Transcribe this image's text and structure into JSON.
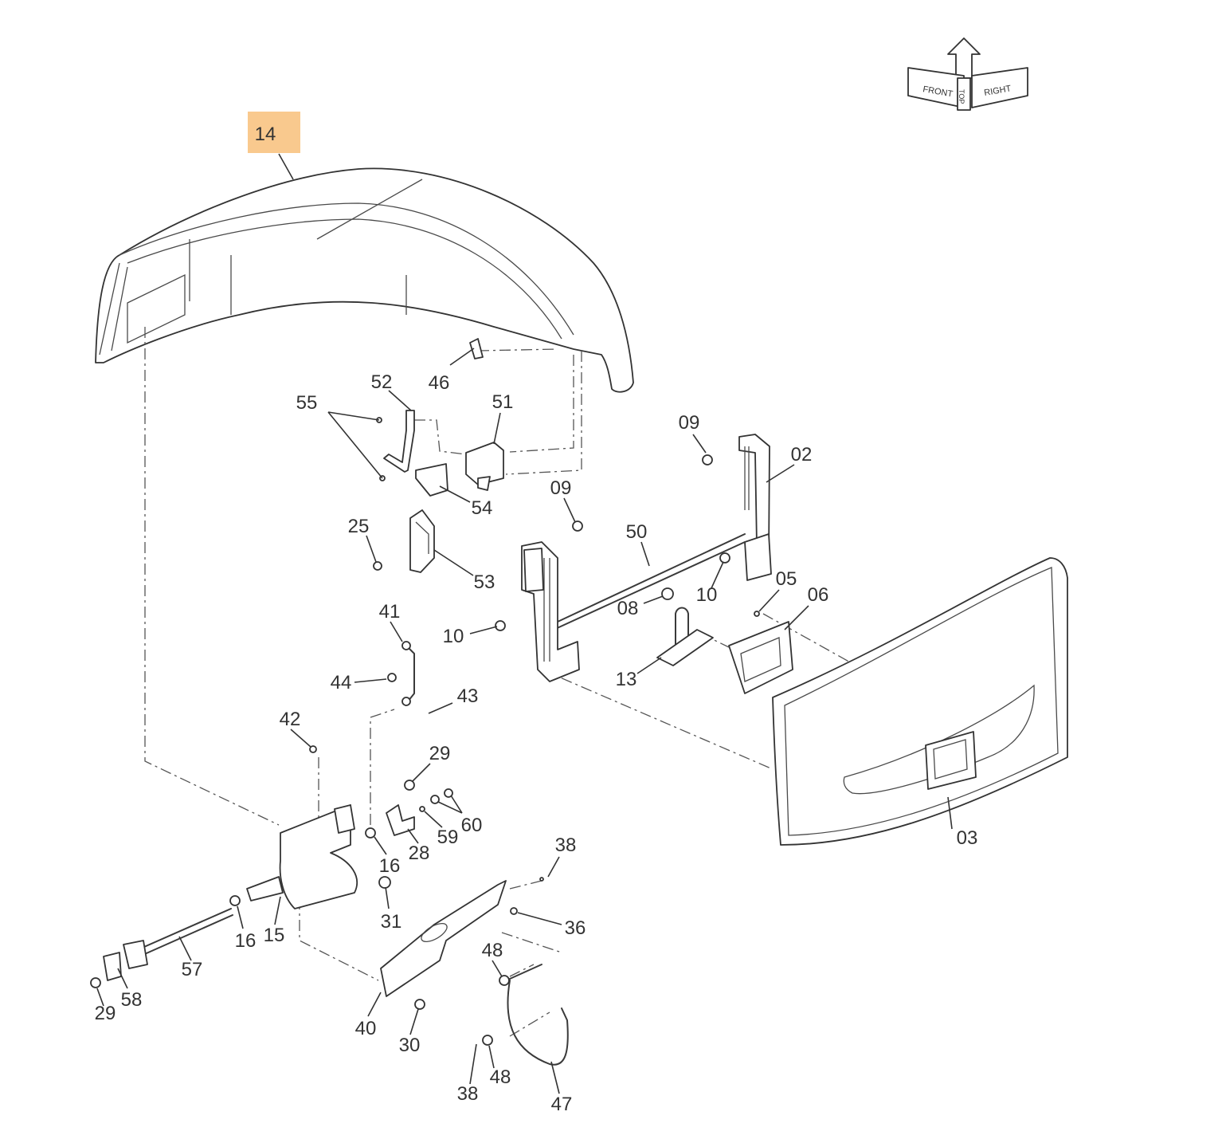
{
  "highlight": {
    "label": "14",
    "color": "#f9c98e",
    "text_color": "#a05a10"
  },
  "compass": {
    "top": "TOP",
    "front": "FRONT",
    "right": "RIGHT"
  },
  "callouts": [
    {
      "id": "14",
      "label": "14"
    },
    {
      "id": "46",
      "label": "46"
    },
    {
      "id": "52",
      "label": "52"
    },
    {
      "id": "55",
      "label": "55"
    },
    {
      "id": "51",
      "label": "51"
    },
    {
      "id": "54",
      "label": "54"
    },
    {
      "id": "09a",
      "label": "09"
    },
    {
      "id": "02",
      "label": "02"
    },
    {
      "id": "09b",
      "label": "09"
    },
    {
      "id": "50",
      "label": "50"
    },
    {
      "id": "25",
      "label": "25"
    },
    {
      "id": "53",
      "label": "53"
    },
    {
      "id": "10a",
      "label": "10"
    },
    {
      "id": "05",
      "label": "05"
    },
    {
      "id": "06",
      "label": "06"
    },
    {
      "id": "08",
      "label": "08"
    },
    {
      "id": "41",
      "label": "41"
    },
    {
      "id": "10b",
      "label": "10"
    },
    {
      "id": "44",
      "label": "44"
    },
    {
      "id": "13",
      "label": "13"
    },
    {
      "id": "43",
      "label": "43"
    },
    {
      "id": "42",
      "label": "42"
    },
    {
      "id": "29a",
      "label": "29"
    },
    {
      "id": "60",
      "label": "60"
    },
    {
      "id": "59",
      "label": "59"
    },
    {
      "id": "28",
      "label": "28"
    },
    {
      "id": "16a",
      "label": "16"
    },
    {
      "id": "03",
      "label": "03"
    },
    {
      "id": "38a",
      "label": "38"
    },
    {
      "id": "31",
      "label": "31"
    },
    {
      "id": "36",
      "label": "36"
    },
    {
      "id": "16b",
      "label": "16"
    },
    {
      "id": "15",
      "label": "15"
    },
    {
      "id": "57",
      "label": "57"
    },
    {
      "id": "48a",
      "label": "48"
    },
    {
      "id": "58",
      "label": "58"
    },
    {
      "id": "29b",
      "label": "29"
    },
    {
      "id": "40",
      "label": "40"
    },
    {
      "id": "30",
      "label": "30"
    },
    {
      "id": "38b",
      "label": "38"
    },
    {
      "id": "48b",
      "label": "48"
    },
    {
      "id": "47",
      "label": "47"
    }
  ]
}
